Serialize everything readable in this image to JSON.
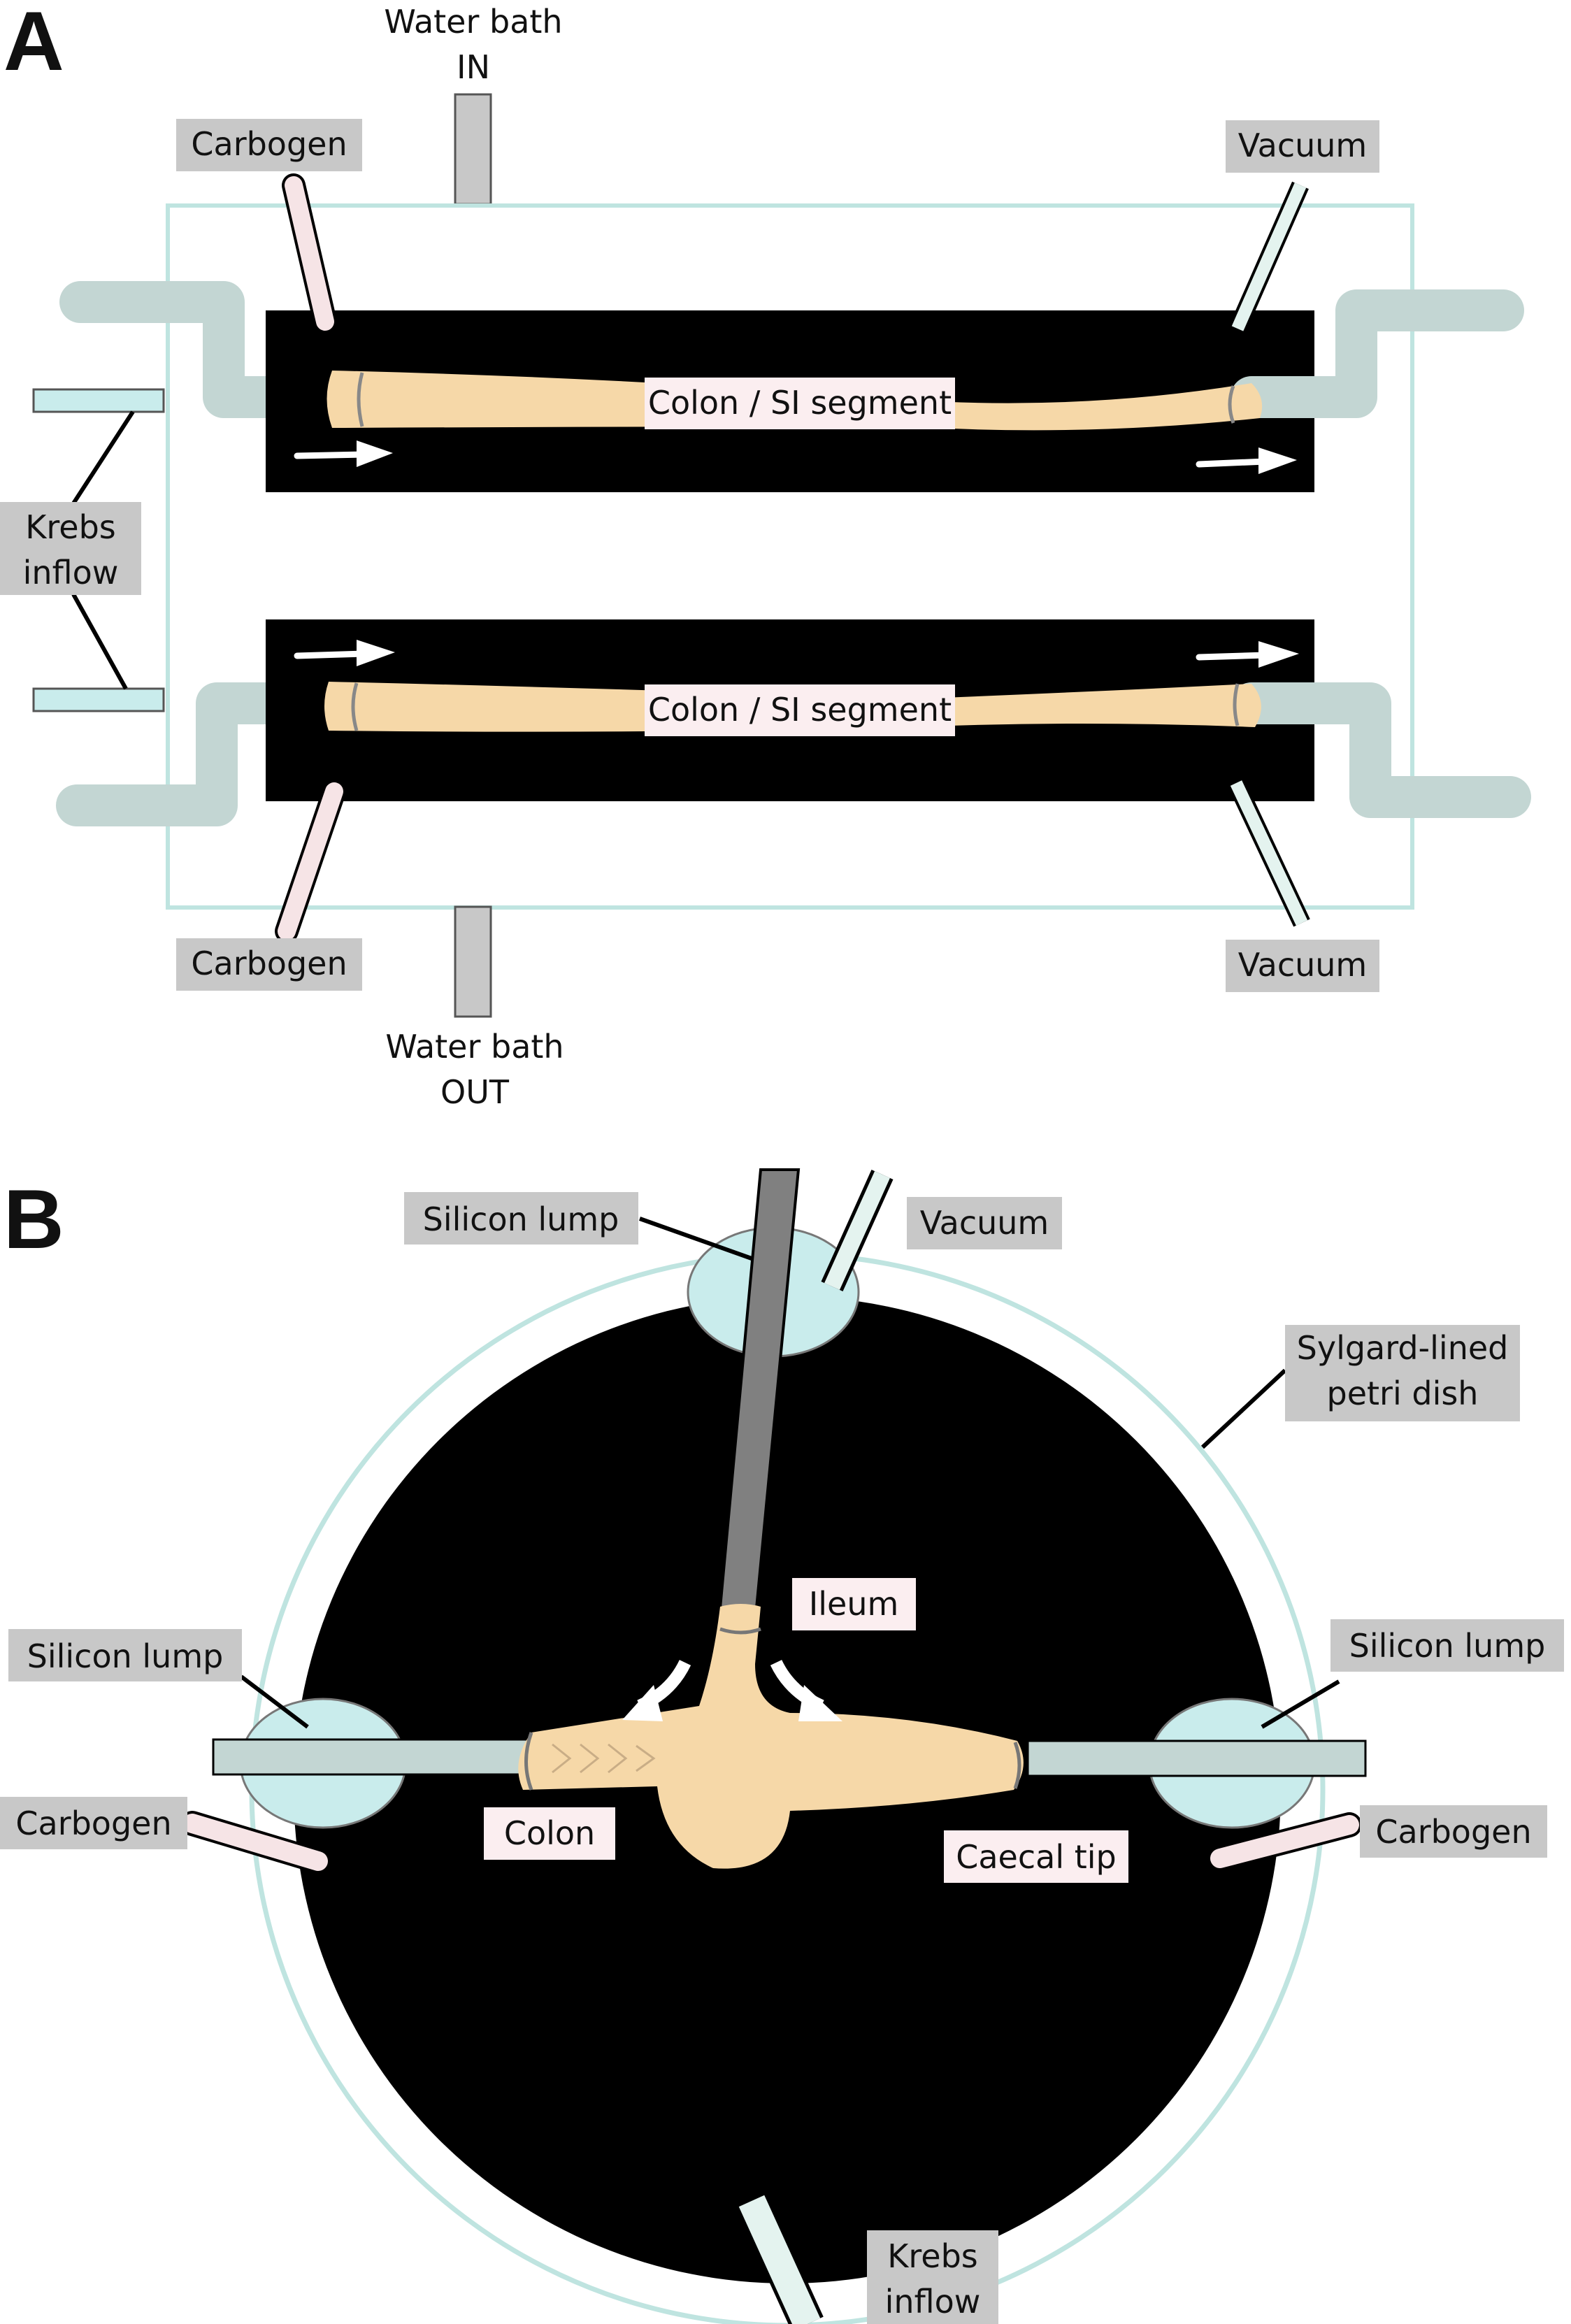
{
  "panel_a": {
    "letter": "A",
    "water_in_line1": "Water bath",
    "water_in_line2": "IN",
    "water_out_line1": "Water bath",
    "water_out_line2": "OUT",
    "carbogen_top": "Carbogen",
    "carbogen_bottom": "Carbogen",
    "vacuum_top": "Vacuum",
    "vacuum_bottom": "Vacuum",
    "krebs_line1": "Krebs",
    "krebs_line2": "inflow",
    "segment_top": "Colon / SI segment",
    "segment_bottom": "Colon / SI segment"
  },
  "panel_b": {
    "letter": "B",
    "silicon_lump_top": "Silicon lump",
    "vacuum": "Vacuum",
    "dish_line1": "Sylgard-lined",
    "dish_line2": "petri dish",
    "ileum": "Ileum",
    "silicon_lump_left": "Silicon lump",
    "silicon_lump_right": "Silicon lump",
    "carbogen_left": "Carbogen",
    "carbogen_right": "Carbogen",
    "colon": "Colon",
    "caecal_tip": "Caecal tip",
    "krebs_line1": "Krebs",
    "krebs_line2": "inflow"
  },
  "colors": {
    "grey_label": "#c8c8c8",
    "pink_label": "#fbeef0",
    "tissue": "#f6d8a8",
    "tube": "#c3d6d3",
    "dish_outline": "#bfe4e0",
    "lump": "#c9ecec",
    "carbogen_tube": "#f6e4e6",
    "vacuum_tube": "#e4f3ef"
  }
}
